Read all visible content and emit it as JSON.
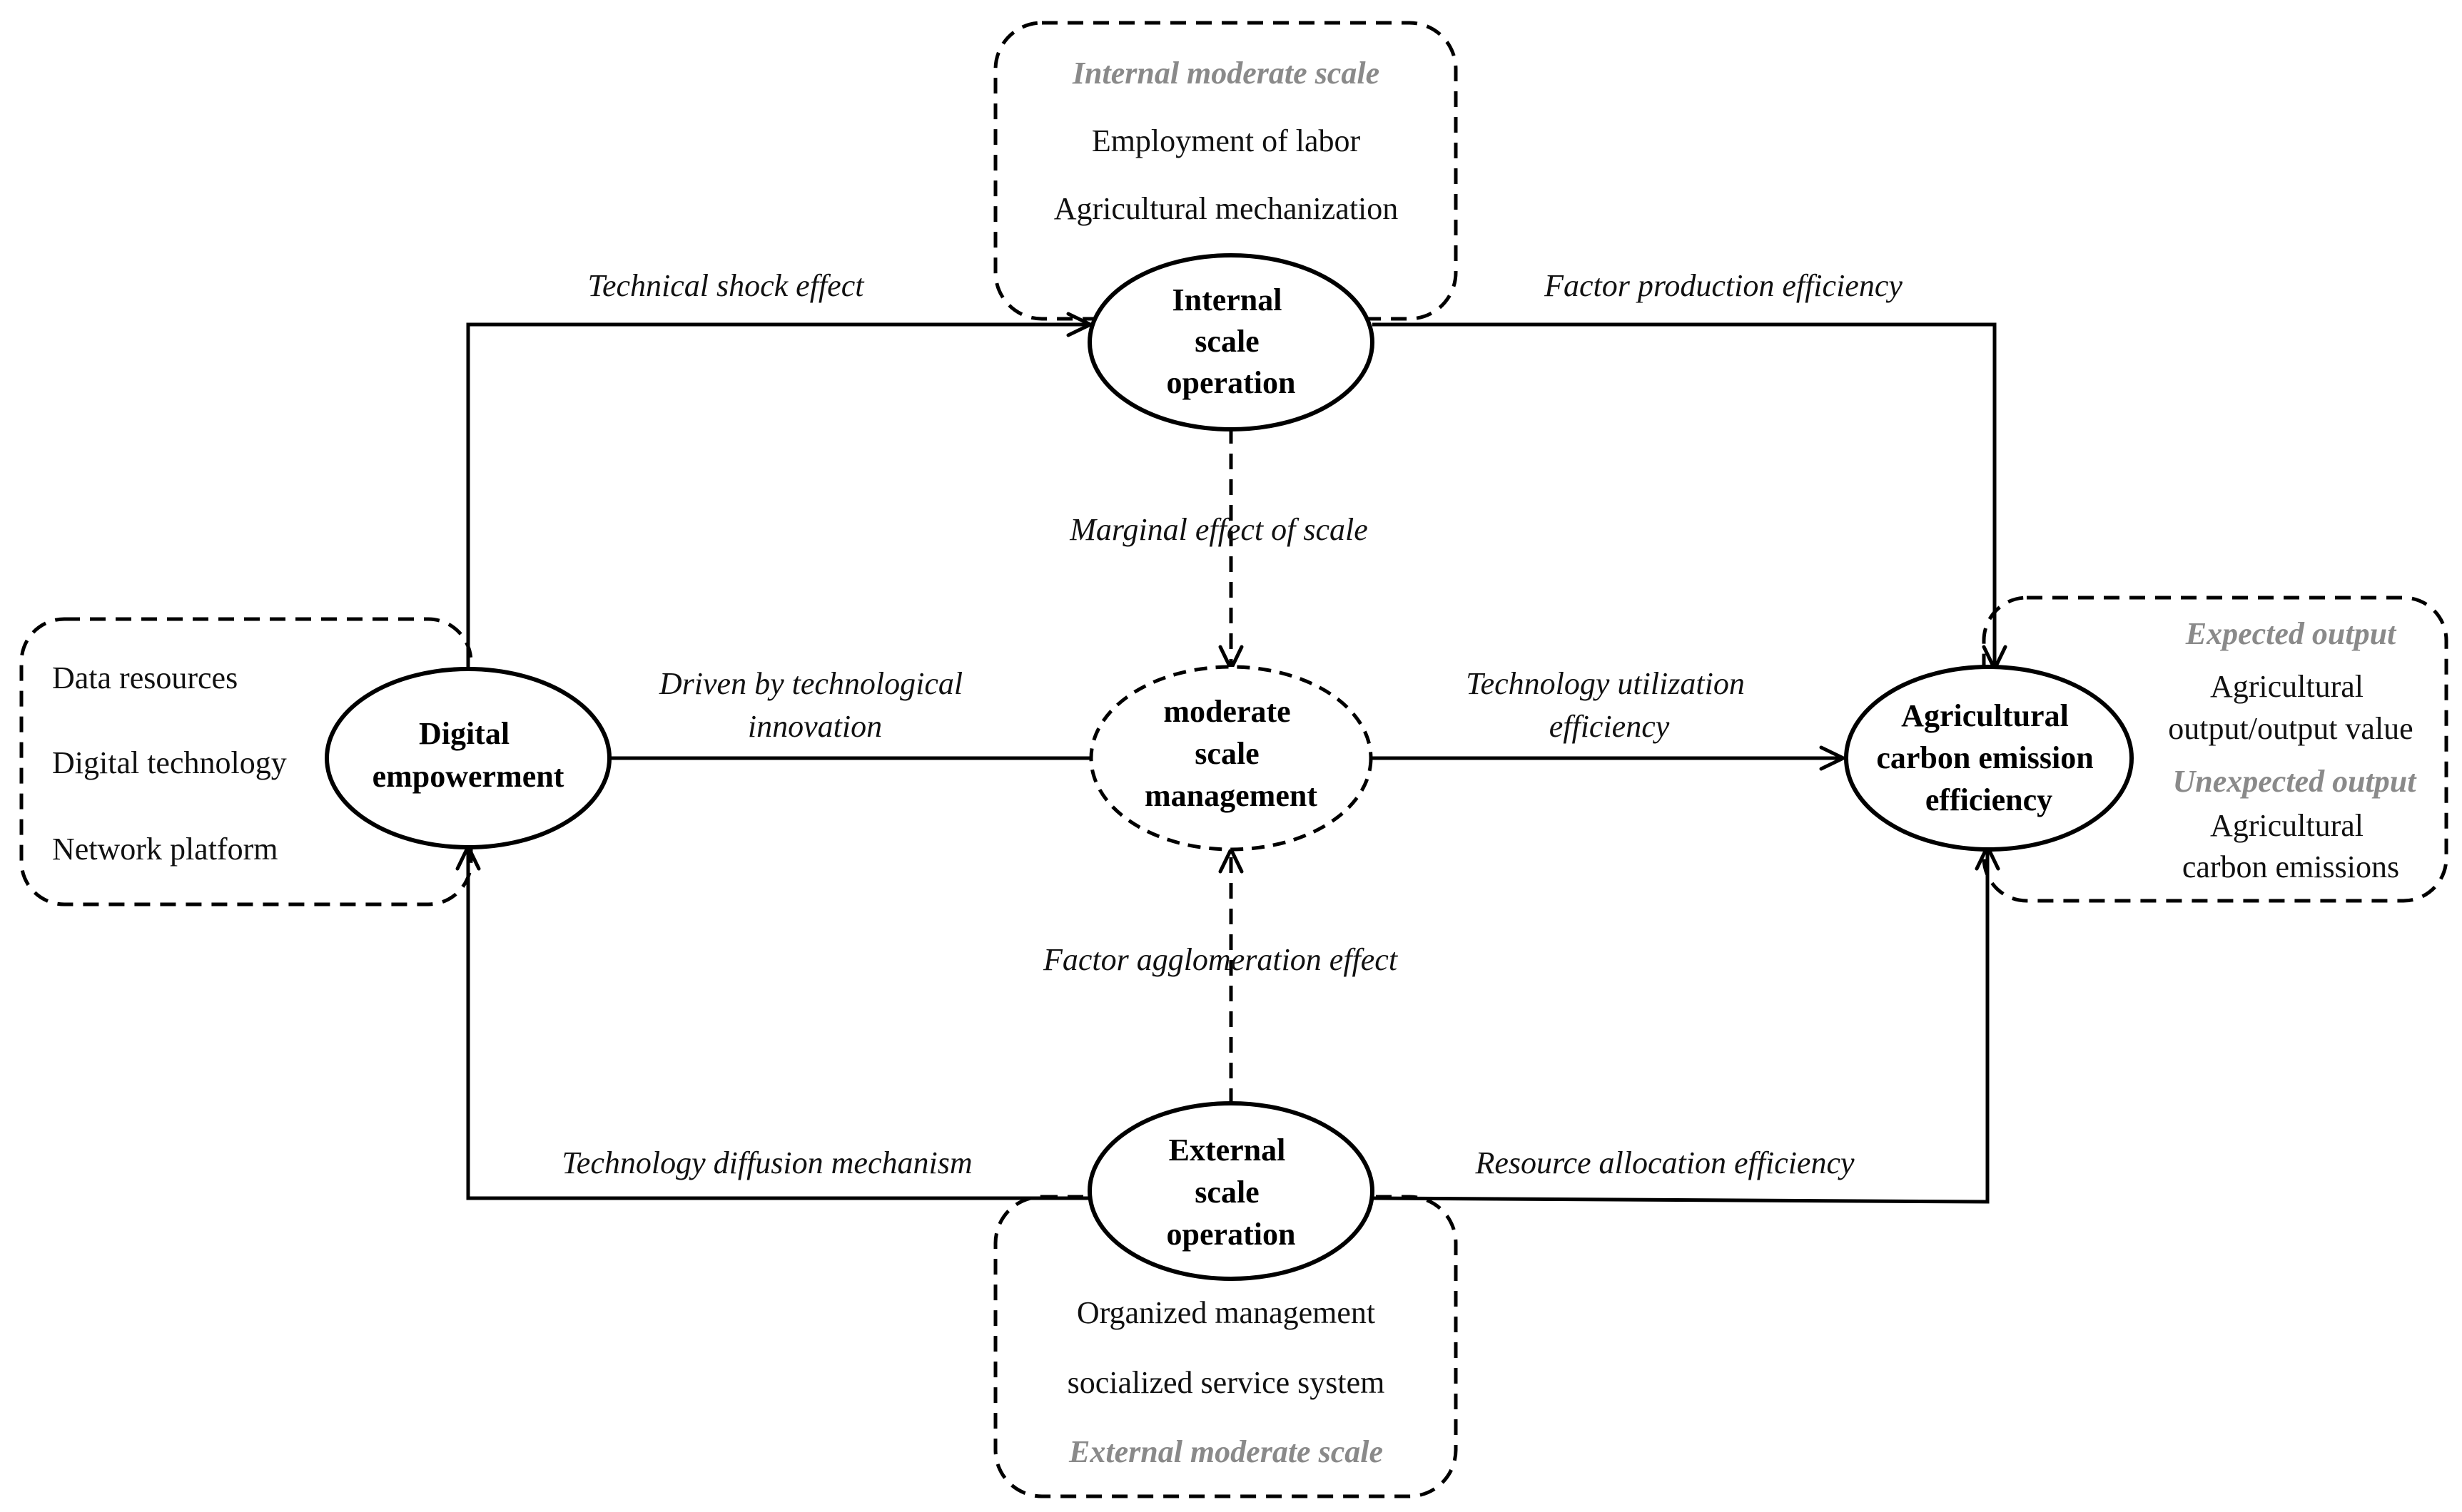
{
  "nodes": {
    "digital_empowerment": [
      "Digital",
      "empowerment"
    ],
    "internal_scale_operation": [
      "Internal",
      "scale",
      "operation"
    ],
    "moderate_scale_management": [
      "moderate",
      "scale",
      "management"
    ],
    "external_scale_operation": [
      "External",
      "scale",
      "operation"
    ],
    "agricultural_carbon_efficiency": [
      "Agricultural",
      "carbon emission",
      "efficiency"
    ]
  },
  "boxes": {
    "digital": {
      "items": [
        "Data resources",
        "Digital technology",
        "Network platform"
      ]
    },
    "internal": {
      "title": "Internal moderate scale",
      "items": [
        "Employment of labor",
        "Agricultural mechanization"
      ]
    },
    "external": {
      "title": "External moderate scale",
      "items": [
        "Organized management",
        "socialized service system"
      ]
    },
    "outputs": {
      "expected_title": "Expected output",
      "expected_items": [
        "Agricultural",
        "output/output value"
      ],
      "unexpected_title": "Unexpected output",
      "unexpected_items": [
        "Agricultural",
        "carbon emissions"
      ]
    }
  },
  "edges": {
    "technical_shock": "Technical shock effect",
    "factor_production": "Factor production efficiency",
    "marginal_effect": "Marginal effect  of scale",
    "driven_by_innovation": [
      "Driven by technological",
      "innovation"
    ],
    "technology_utilization": [
      "Technology utilization",
      "efficiency"
    ],
    "factor_agglomeration": "Factor agglomeration effect",
    "technology_diffusion": "Technology diffusion mechanism",
    "resource_allocation": "Resource allocation efficiency"
  }
}
